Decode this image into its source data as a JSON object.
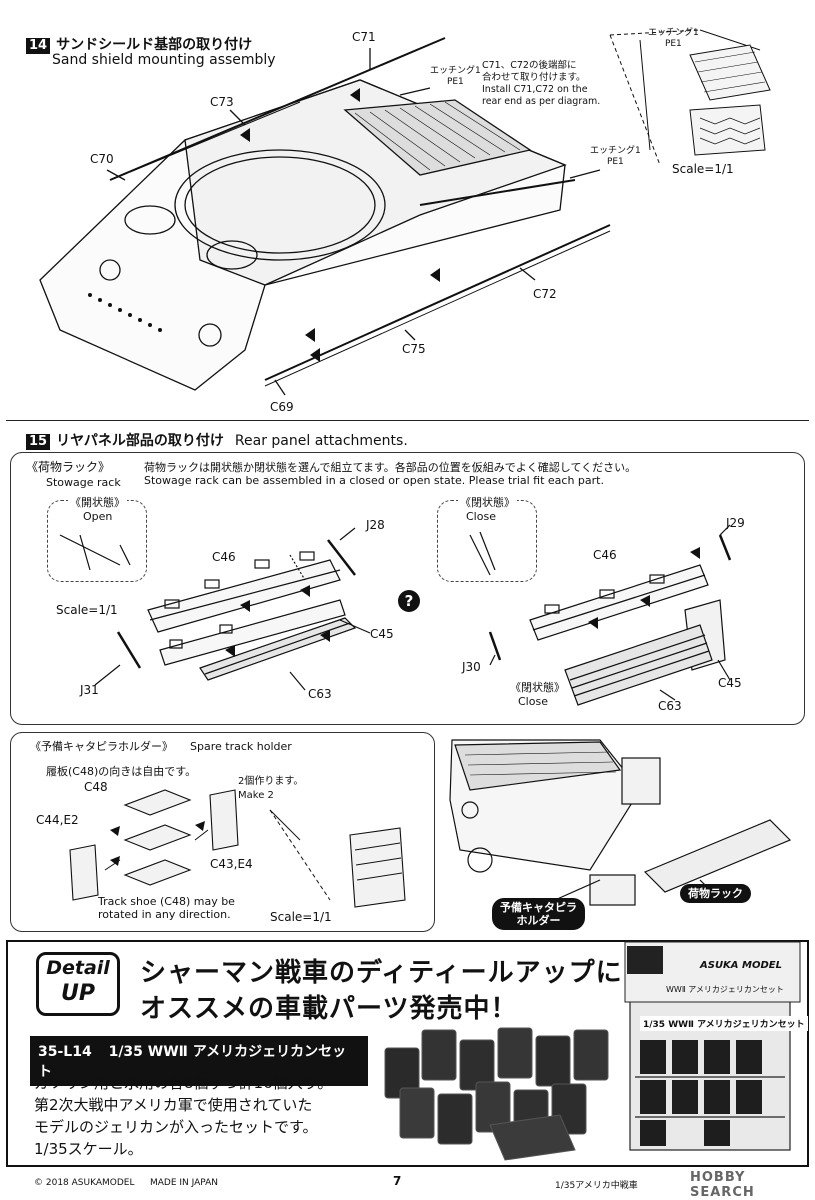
{
  "step14": {
    "number": "14",
    "title_jp": "サンドシールド基部の取り付け",
    "title_en": "Sand shield mounting assembly",
    "parts": {
      "c71": "C71",
      "c73": "C73",
      "c70": "C70",
      "c72": "C72",
      "c75": "C75",
      "c69": "C69"
    },
    "pe_label_a": "エッチング1\nPE1",
    "pe_label_b": "エッチング1\nPE1",
    "pe_label_c": "エッチング1\nPE1",
    "note": "C71、C72の後端部に\n合わせて取り付けます。\nInstall C71,C72 on the\nrear end as per diagram.",
    "scale": "Scale=1/1"
  },
  "step15": {
    "number": "15",
    "title_jp": "リヤパネル部品の取り付け",
    "title_en": "Rear panel attachments.",
    "stowage": {
      "heading_jp": "《荷物ラック》",
      "heading_en": "Stowage rack",
      "desc_jp": "荷物ラックは開状態か閉状態を選んで組立てます。各部品の位置を仮組みでよく確認してください。",
      "desc_en": "Stowage rack can be assembled in a closed or open state. Please trial fit each part.",
      "open_jp": "《開状態》",
      "open_en": "Open",
      "close_jp": "《閉状態》",
      "close_en": "Close",
      "close2_jp": "《閉状態》",
      "close2_en": "Close",
      "scale": "Scale=1/1",
      "parts": {
        "j28": "J28",
        "c46a": "C46",
        "c45a": "C45",
        "j31": "J31",
        "c63a": "C63",
        "j29": "J29",
        "c46b": "C46",
        "j30": "J30",
        "c45b": "C45",
        "c63b": "C63"
      }
    },
    "track": {
      "heading_jp": "《予備キャタピラホルダー》",
      "heading_en": "Spare track holder",
      "note_jp": "履板(C48)の向きは自由です。",
      "c48": "C48",
      "make2_jp": "2個作ります。",
      "make2_en": "Make 2",
      "c44": "C44,E2",
      "c43": "C43,E4",
      "note_en": "Track shoe (C48) may be\nrotated in any direction.",
      "scale": "Scale=1/1"
    },
    "callouts": {
      "track_holder": "予備キャタピラ\nホルダー",
      "stowage_rack": "荷物ラック"
    }
  },
  "ad": {
    "badge_line1": "Detail",
    "badge_line2": "UP",
    "headline1": "シャーマン戦車のディティールアップに",
    "headline2": "オススメの車載パーツ発売中！",
    "product_code": "35-L14",
    "product_name": "1/35 WWⅡ アメリカジェリカンセット",
    "body": "ガソリン用と水用の各8個ずつ計16個入り。\n第2次大戦中アメリカ軍で使用されていた\nモデルのジェリカンが入ったセットです。\n1/35スケール。",
    "brand": "ASUKA MODEL",
    "package_label": "WWⅡ アメリカジェリカンセット",
    "package_title": "1/35 WWⅡ アメリカジェリカンセット"
  },
  "footer": {
    "copyright": "© 2018 ASUKAMODEL",
    "made_in": "MADE IN JAPAN",
    "page": "7",
    "model_title": "1/35アメリカ中戦車",
    "watermark": "HOBBY SEARCH"
  },
  "colors": {
    "ink": "#111111",
    "frame": "#222222",
    "tag_bg": "#111111",
    "tag_fg": "#ffffff"
  }
}
